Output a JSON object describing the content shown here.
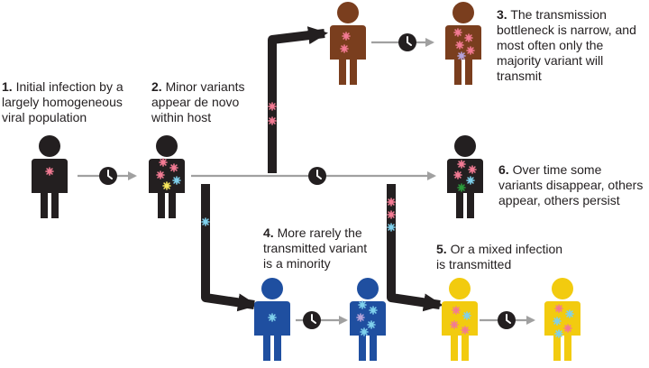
{
  "colors": {
    "black": "#231f20",
    "brown": "#7a3e1e",
    "blue": "#1f4fa0",
    "yellow": "#f2cb0f",
    "gray_arrow": "#a0a0a0",
    "pink": "#f27a93",
    "blue_variant": "#7fd0ec",
    "yellow_variant": "#f7e65c",
    "purple_variant": "#b5a2d9",
    "green_variant": "#2b9a3b"
  },
  "icons": [
    "person-icon",
    "virus-particle-icon",
    "clock-icon",
    "arrow-icon"
  ],
  "labels": {
    "step1": {
      "num": "1.",
      "text": "Initial infection by a largely homogeneous viral population"
    },
    "step2": {
      "num": "2.",
      "text": "Minor variants appear de novo within host"
    },
    "step3": {
      "num": "3.",
      "text": "The transmission bottleneck is narrow, and most often only the majority variant will transmit"
    },
    "step4": {
      "num": "4.",
      "text": "More rarely the transmitted variant is a minority"
    },
    "step5": {
      "num": "5.",
      "text": "Or a mixed infection is transmitted"
    },
    "step6": {
      "num": "6.",
      "text": "Over time some variants disappear, others appear, others persist"
    }
  }
}
